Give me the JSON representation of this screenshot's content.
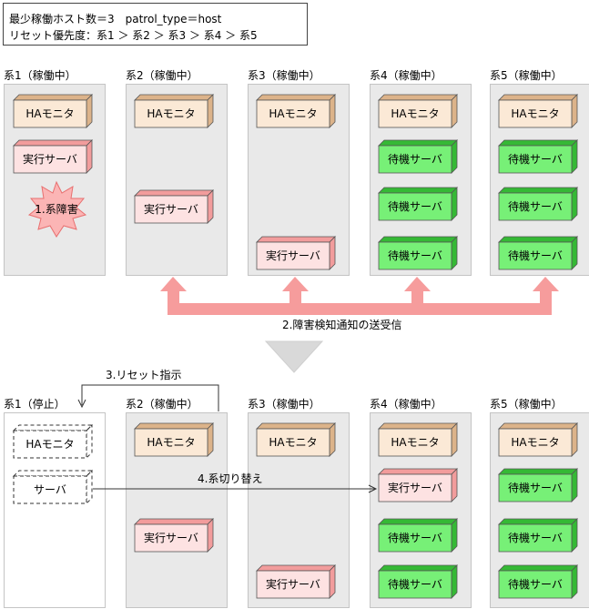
{
  "header": {
    "line1": "最少稼働ホスト数＝3　patrol_type＝host",
    "line2": "リセット優先度：系1 ＞ 系2 ＞ 系3 ＞ 系4 ＞ 系5"
  },
  "top": {
    "columns": [
      {
        "title": "系1（稼働中）",
        "boxes": [
          {
            "label": "HAモニタ",
            "kind": "ha"
          },
          {
            "label": "実行サーバ",
            "kind": "exec"
          }
        ]
      },
      {
        "title": "系2（稼働中）",
        "boxes": [
          {
            "label": "HAモニタ",
            "kind": "ha"
          },
          {
            "label": "実行サーバ",
            "kind": "exec"
          }
        ]
      },
      {
        "title": "系3（稼働中）",
        "boxes": [
          {
            "label": "HAモニタ",
            "kind": "ha"
          },
          {
            "label": "実行サーバ",
            "kind": "exec"
          }
        ]
      },
      {
        "title": "系4（稼働中）",
        "boxes": [
          {
            "label": "HAモニタ",
            "kind": "ha"
          },
          {
            "label": "待機サーバ",
            "kind": "standby"
          },
          {
            "label": "待機サーバ",
            "kind": "standby"
          },
          {
            "label": "待機サーバ",
            "kind": "standby"
          }
        ]
      },
      {
        "title": "系5（稼働中）",
        "boxes": [
          {
            "label": "HAモニタ",
            "kind": "ha"
          },
          {
            "label": "待機サーバ",
            "kind": "standby"
          },
          {
            "label": "待機サーバ",
            "kind": "standby"
          },
          {
            "label": "待機サーバ",
            "kind": "standby"
          }
        ]
      }
    ],
    "failure_label": "1.系障害",
    "notify_label": "2.障害検知通知の送受信"
  },
  "bottom": {
    "columns": [
      {
        "title": "系1（停止）",
        "boxes": [
          {
            "label": "HAモニタ",
            "kind": "dashed"
          },
          {
            "label": "サーバ",
            "kind": "dashed"
          }
        ]
      },
      {
        "title": "系2（稼働中）",
        "boxes": [
          {
            "label": "HAモニタ",
            "kind": "ha"
          },
          {
            "label": "実行サーバ",
            "kind": "exec"
          }
        ]
      },
      {
        "title": "系3（稼働中）",
        "boxes": [
          {
            "label": "HAモニタ",
            "kind": "ha"
          },
          {
            "label": "実行サーバ",
            "kind": "exec"
          }
        ]
      },
      {
        "title": "系4（稼働中）",
        "boxes": [
          {
            "label": "HAモニタ",
            "kind": "ha"
          },
          {
            "label": "実行サーバ",
            "kind": "exec"
          },
          {
            "label": "待機サーバ",
            "kind": "standby"
          },
          {
            "label": "待機サーバ",
            "kind": "standby"
          }
        ]
      },
      {
        "title": "系5（稼働中）",
        "boxes": [
          {
            "label": "HAモニタ",
            "kind": "ha"
          },
          {
            "label": "待機サーバ",
            "kind": "standby"
          },
          {
            "label": "待機サーバ",
            "kind": "standby"
          },
          {
            "label": "待機サーバ",
            "kind": "standby"
          }
        ]
      }
    ],
    "reset_label": "3.リセット指示",
    "switch_label": "4.系切り替え"
  },
  "colors": {
    "ha_front": "#fbe9d6",
    "ha_side": "#dcb38a",
    "exec_front": "#fde2e2",
    "exec_side": "#f29c9c",
    "standby_front": "#77f077",
    "standby_side": "#35b935",
    "notify_arrow": "#f69c9c",
    "failure_burst": "#fbb5b5",
    "down_arrow": "#d9d9d9"
  }
}
